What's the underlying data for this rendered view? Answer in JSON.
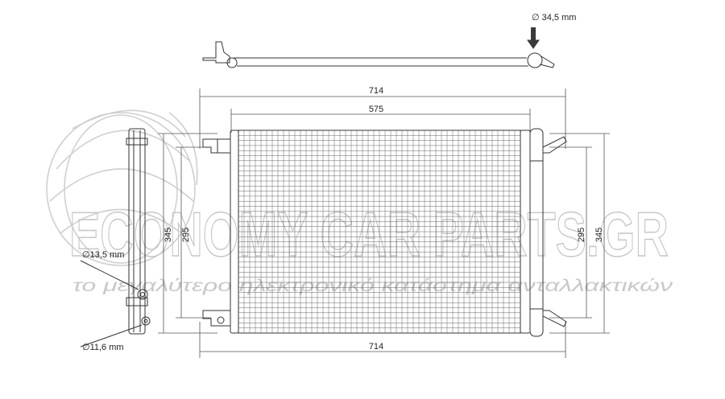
{
  "watermark": {
    "brand": "ECONOMY CAR PARTS.GR",
    "tagline": "το μεγαλύτερο ηλεκτρονικό κατάστημα ανταλλακτικών"
  },
  "dimensions": {
    "top_overall_width": "714",
    "top_core_width": "575",
    "bottom_overall_width": "714",
    "left_outer_height": "345",
    "left_inner_height": "295",
    "right_inner_height": "295",
    "right_outer_height": "345",
    "pipe_diameter_top": "∅ 34,5 mm",
    "fitting_diameter_upper": "∅13,5 mm",
    "fitting_diameter_lower": "∅11,6 mm"
  },
  "colors": {
    "line": "#333333",
    "watermark": "#c4c4c4",
    "arrow": "#3a3a3a"
  }
}
